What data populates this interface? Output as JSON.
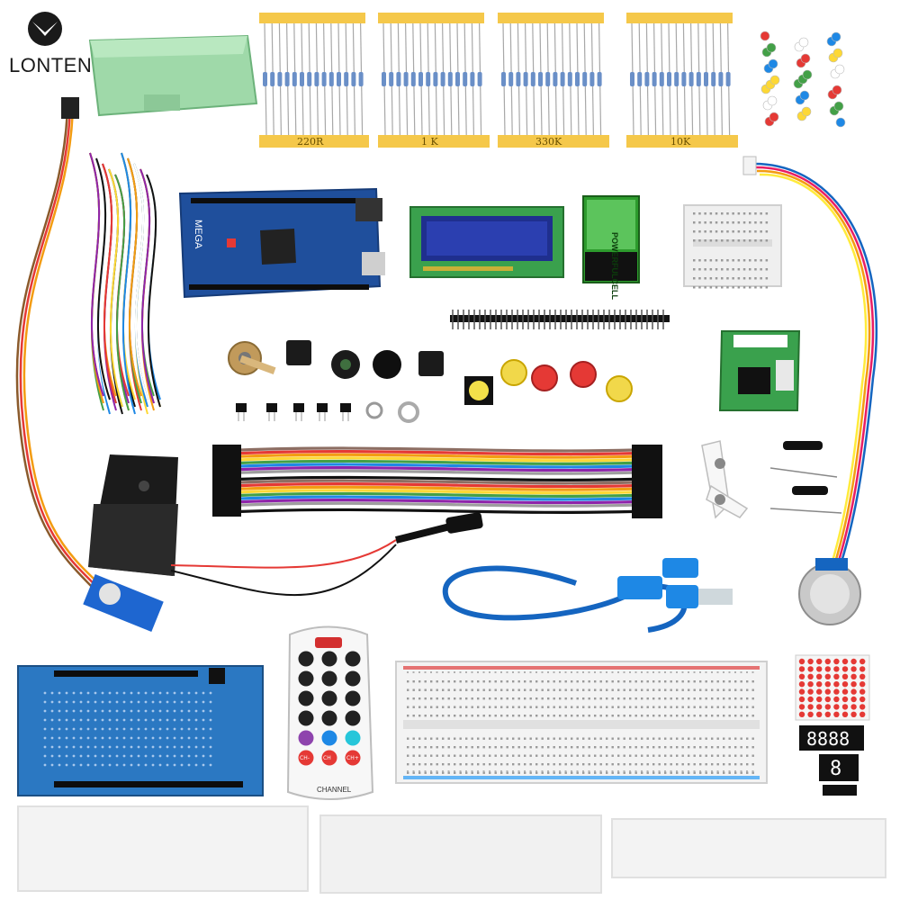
{
  "brand": {
    "name": "LONTEN"
  },
  "resistor_strips": [
    {
      "label": "220R"
    },
    {
      "label": "1 K"
    },
    {
      "label": "330K"
    },
    {
      "label": "10K"
    }
  ],
  "markings": {
    "board": "MEGA",
    "battery": "POWERFULCELL",
    "remote_channel_keys": [
      "CH-",
      "CH",
      "CH+"
    ],
    "remote_bottom": "CHANNEL",
    "seven_segment_4": "8888",
    "seven_segment_1": "8"
  },
  "colors": {
    "board_blue": "#1f4f9c",
    "lcd_blue": "#2b3fb0",
    "battery_green": "#2d9b2d",
    "wire_red": "#e53935",
    "wire_orange": "#f39c12",
    "usb_blue": "#1565c0"
  }
}
